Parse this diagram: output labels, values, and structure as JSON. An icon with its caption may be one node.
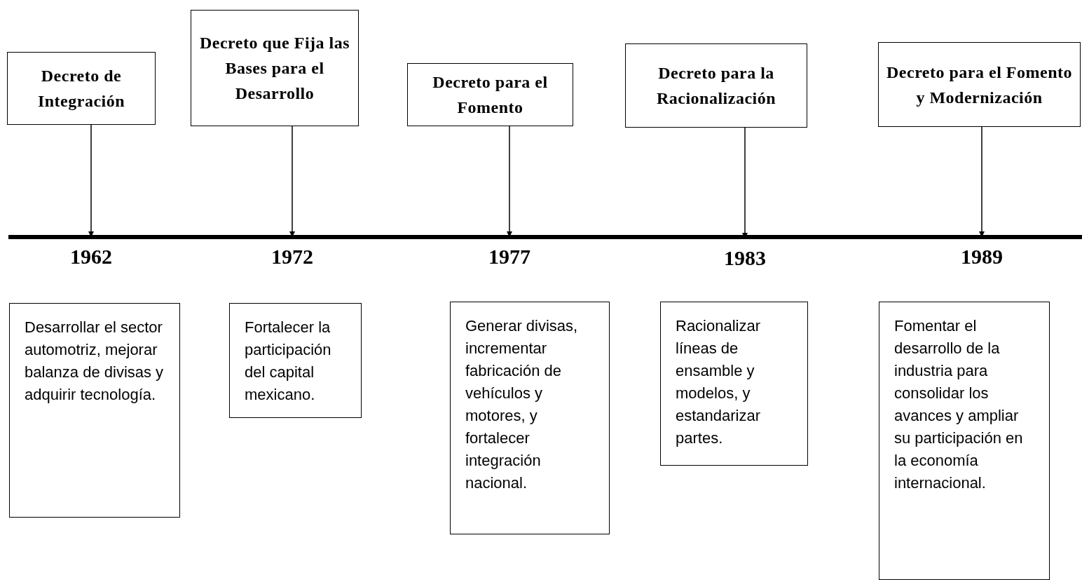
{
  "diagram": {
    "nodes": [
      {
        "text": [
          "Decreto de Integración"
        ]
      },
      {
        "text": [
          "Decreto que Fija las Bases para el Desarrollo"
        ]
      },
      {
        "text": [
          "Decreto para el Fomento"
        ]
      },
      {
        "text": [
          "Decreto para la Racionalización"
        ]
      },
      {
        "text": [
          "Decreto para el Fomento y Modernización"
        ]
      },
      {
        "text": [
          "1962"
        ]
      },
      {
        "text": [
          "1972"
        ]
      },
      {
        "text": [
          "1977"
        ]
      },
      {
        "text": [
          "1983"
        ]
      },
      {
        "text": [
          "1989"
        ]
      },
      {
        "text": [
          "Desarrollar el sector automotriz, mejorar balanza de divisas y adquirir tecnología."
        ]
      },
      {
        "text": [
          "Fortalecer la participación del capital mexicano."
        ]
      },
      {
        "text": [
          "Generar divisas, incrementar fabricación de vehículos y motores, y fortalecer integración nacional."
        ]
      },
      {
        "text": [
          "Racionalizar líneas de ensamble y modelos, y estandarizar partes."
        ]
      },
      {
        "text": [
          "Fomentar el desarrollo de la industria para consolidar los avances y ampliar su participación en la economía internacional."
        ]
      }
    ],
    "edges": [
      {
        "from": 0,
        "to": 5,
        "arrow": "to"
      },
      {
        "from": 1,
        "to": 6,
        "arrow": "to"
      },
      {
        "from": 2,
        "to": 7,
        "arrow": "to"
      },
      {
        "from": 3,
        "to": 8,
        "arrow": "to"
      },
      {
        "from": 4,
        "to": 9,
        "arrow": "to"
      }
    ]
  }
}
